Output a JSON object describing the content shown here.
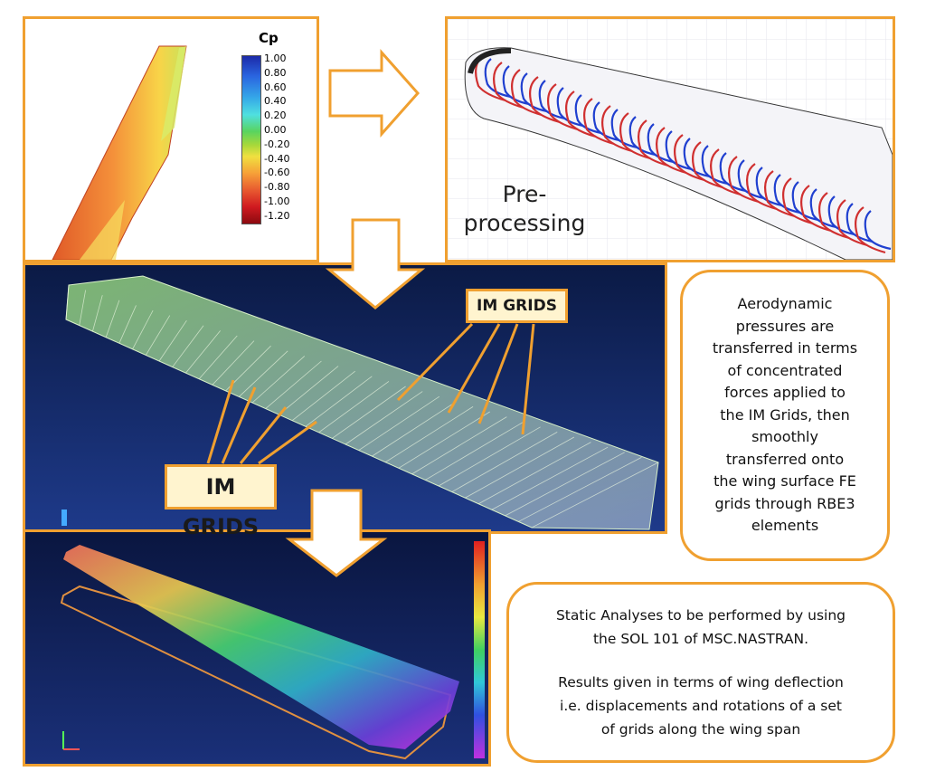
{
  "colorbar": {
    "title": "Cp",
    "ticks": [
      "1.00",
      "0.80",
      "0.60",
      "0.40",
      "0.20",
      "0.00",
      "-0.20",
      "-0.40",
      "-0.60",
      "-0.80",
      "-1.00",
      "-1.20"
    ]
  },
  "preprocessing": {
    "line1": "Pre-",
    "line2": "processing"
  },
  "im_grids": {
    "label_top": "IM GRIDS",
    "label_bottom": "IM GRIDS"
  },
  "note_aero": {
    "lines": [
      "Aerodynamic",
      "pressures are",
      "transferred in terms",
      "of concentrated",
      "forces applied to",
      "the IM Grids, then",
      "smoothly",
      "transferred onto",
      "the wing surface FE",
      "grids through RBE3",
      "elements"
    ]
  },
  "note_static": {
    "para1": [
      "Static Analyses to be performed by using",
      "the SOL 101 of MSC.NASTRAN."
    ],
    "para2": [
      "Results given in terms of wing deflection",
      "i.e. displacements and rotations of a set",
      "of grids along the wing span"
    ]
  },
  "colors": {
    "accent": "#f0a030",
    "background": "#ffffff"
  },
  "icons": [
    "right-arrow-icon",
    "down-arrow-icon"
  ]
}
